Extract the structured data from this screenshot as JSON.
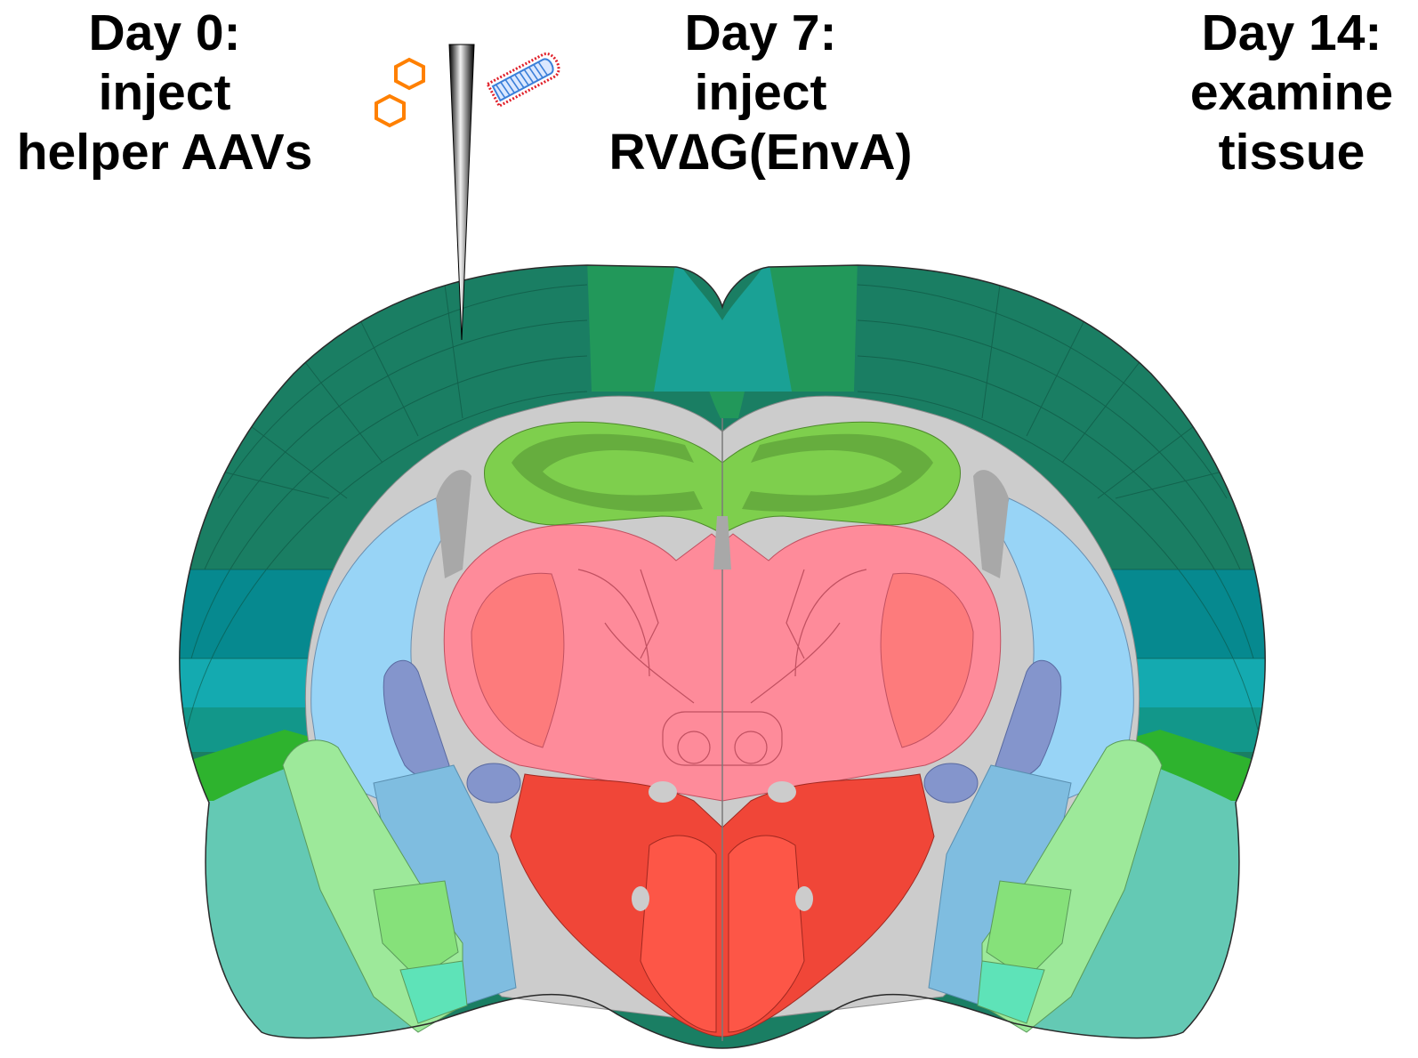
{
  "steps": [
    {
      "lines": [
        "Day 0:",
        "inject",
        "helper AAVs"
      ]
    },
    {
      "lines": [
        "Day 7:",
        "inject",
        "RV∆G(EnvA)"
      ]
    },
    {
      "lines": [
        "Day 14:",
        "examine",
        "tissue"
      ]
    }
  ],
  "icons": {
    "aav_particle": "hexagon-outline-icon",
    "rabies_virus": "bullet-virion-icon",
    "needle": "injection-needle-icon"
  },
  "colors": {
    "cortex_dark": "#1a7e63",
    "cortex_mid_green": "#22985a",
    "cortex_teal": "#1aa195",
    "cortex_blue_teal": "#06898f",
    "cortex_cyan": "#14aab0",
    "cortex_teal_band": "#12978a",
    "cortex_bright_green": "#2eb32e",
    "olfactory_lower": "#64c9b4",
    "white_matter": "#cccccc",
    "hippocampus": "#7ecf4d",
    "hippocampus_dark": "#66ad3e",
    "thalamus": "#fe8b9a",
    "thalamus_dark": "#fd7b7c",
    "midbrain": "#f04638",
    "midbrain_light": "#fd5647",
    "striatum_light_blue": "#98d4f6",
    "amygdala_blue": "#7fbde0",
    "purple_blue": "#8495cc",
    "amygdala_green": "#9de99a",
    "amygdala_bright_green": "#86e17a",
    "aav_orange": "#ff8000",
    "rabies_blue": "#3b7fd9",
    "rabies_red": "#e0202a"
  }
}
